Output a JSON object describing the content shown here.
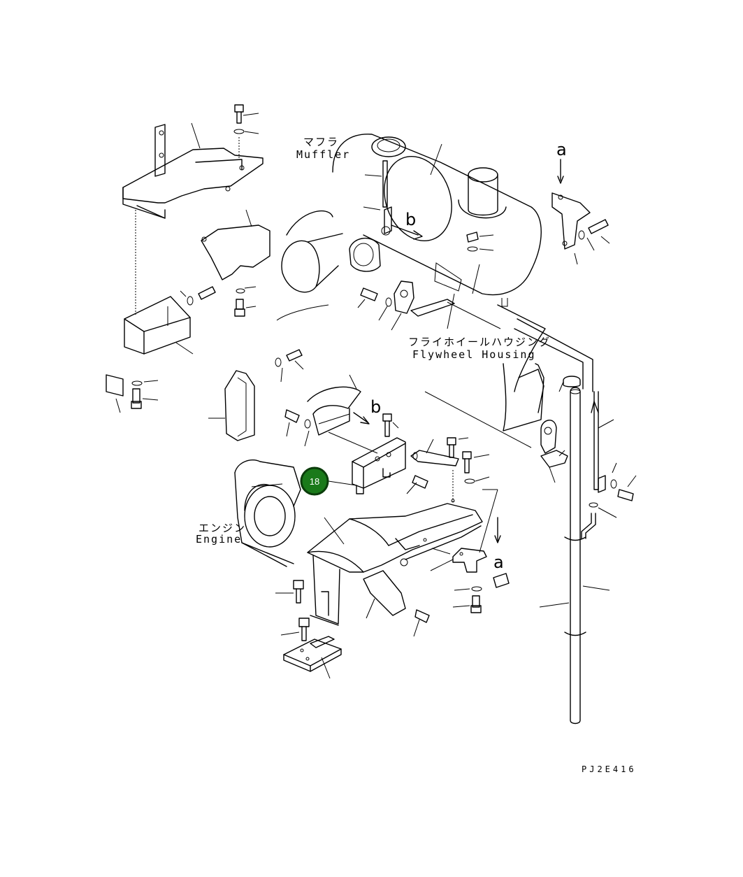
{
  "labels": {
    "muffler_ja": "マフラ",
    "muffler_en": "Muffler",
    "flywheel_ja": "フライホイールハウジング",
    "flywheel_en": "Flywheel Housing",
    "engine_ja": "エンジン",
    "engine_en": "Engine"
  },
  "view_marks": {
    "a_top": "a",
    "a_bottom": "a",
    "b_top": "b",
    "b_mid": "b"
  },
  "marker": {
    "label": "18",
    "color": "#1a7a1a"
  },
  "drawing_code": "PJ2E416"
}
